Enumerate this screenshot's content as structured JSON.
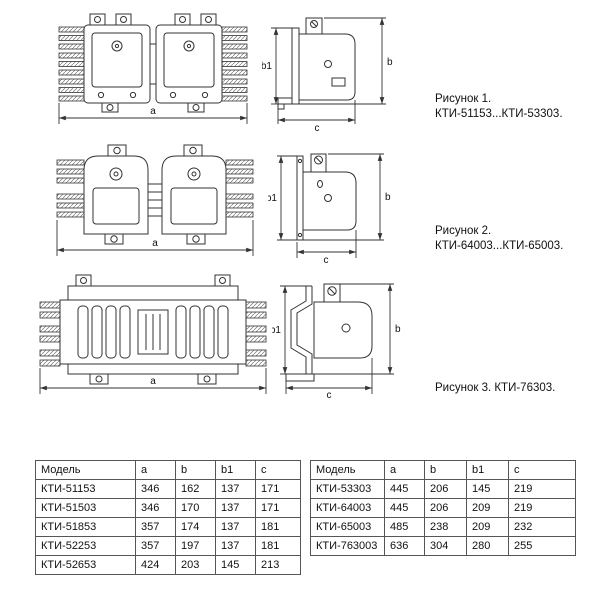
{
  "figures": [
    {
      "caption_lines": [
        "Рисунок 1.",
        "КТИ-51153...КТИ-53303."
      ]
    },
    {
      "caption_lines": [
        "Рисунок 2.",
        "КТИ-64003...КТИ-65003."
      ]
    },
    {
      "caption_lines": [
        "Рисунок 3. КТИ-76303."
      ]
    }
  ],
  "dim_labels": {
    "a": "a",
    "b": "b",
    "b1": "b1",
    "c": "c"
  },
  "tables": {
    "left": {
      "headers": [
        "Модель",
        "a",
        "b",
        "b1",
        "c"
      ],
      "rows": [
        [
          "КТИ-51153",
          "346",
          "162",
          "137",
          "171"
        ],
        [
          "КТИ-51503",
          "346",
          "170",
          "137",
          "171"
        ],
        [
          "КТИ-51853",
          "357",
          "174",
          "137",
          "181"
        ],
        [
          "КТИ-52253",
          "357",
          "197",
          "137",
          "181"
        ],
        [
          "КТИ-52653",
          "424",
          "203",
          "145",
          "213"
        ]
      ]
    },
    "right": {
      "headers": [
        "Модель",
        "a",
        "b",
        "b1",
        "c"
      ],
      "rows": [
        [
          "КТИ-53303",
          "445",
          "206",
          "145",
          "219"
        ],
        [
          "КТИ-64003",
          "445",
          "206",
          "209",
          "219"
        ],
        [
          "КТИ-65003",
          "485",
          "238",
          "209",
          "232"
        ],
        [
          "КТИ-763003",
          "636",
          "304",
          "280",
          "255"
        ]
      ]
    }
  },
  "colors": {
    "ink": "#333333",
    "background": "#ffffff"
  }
}
